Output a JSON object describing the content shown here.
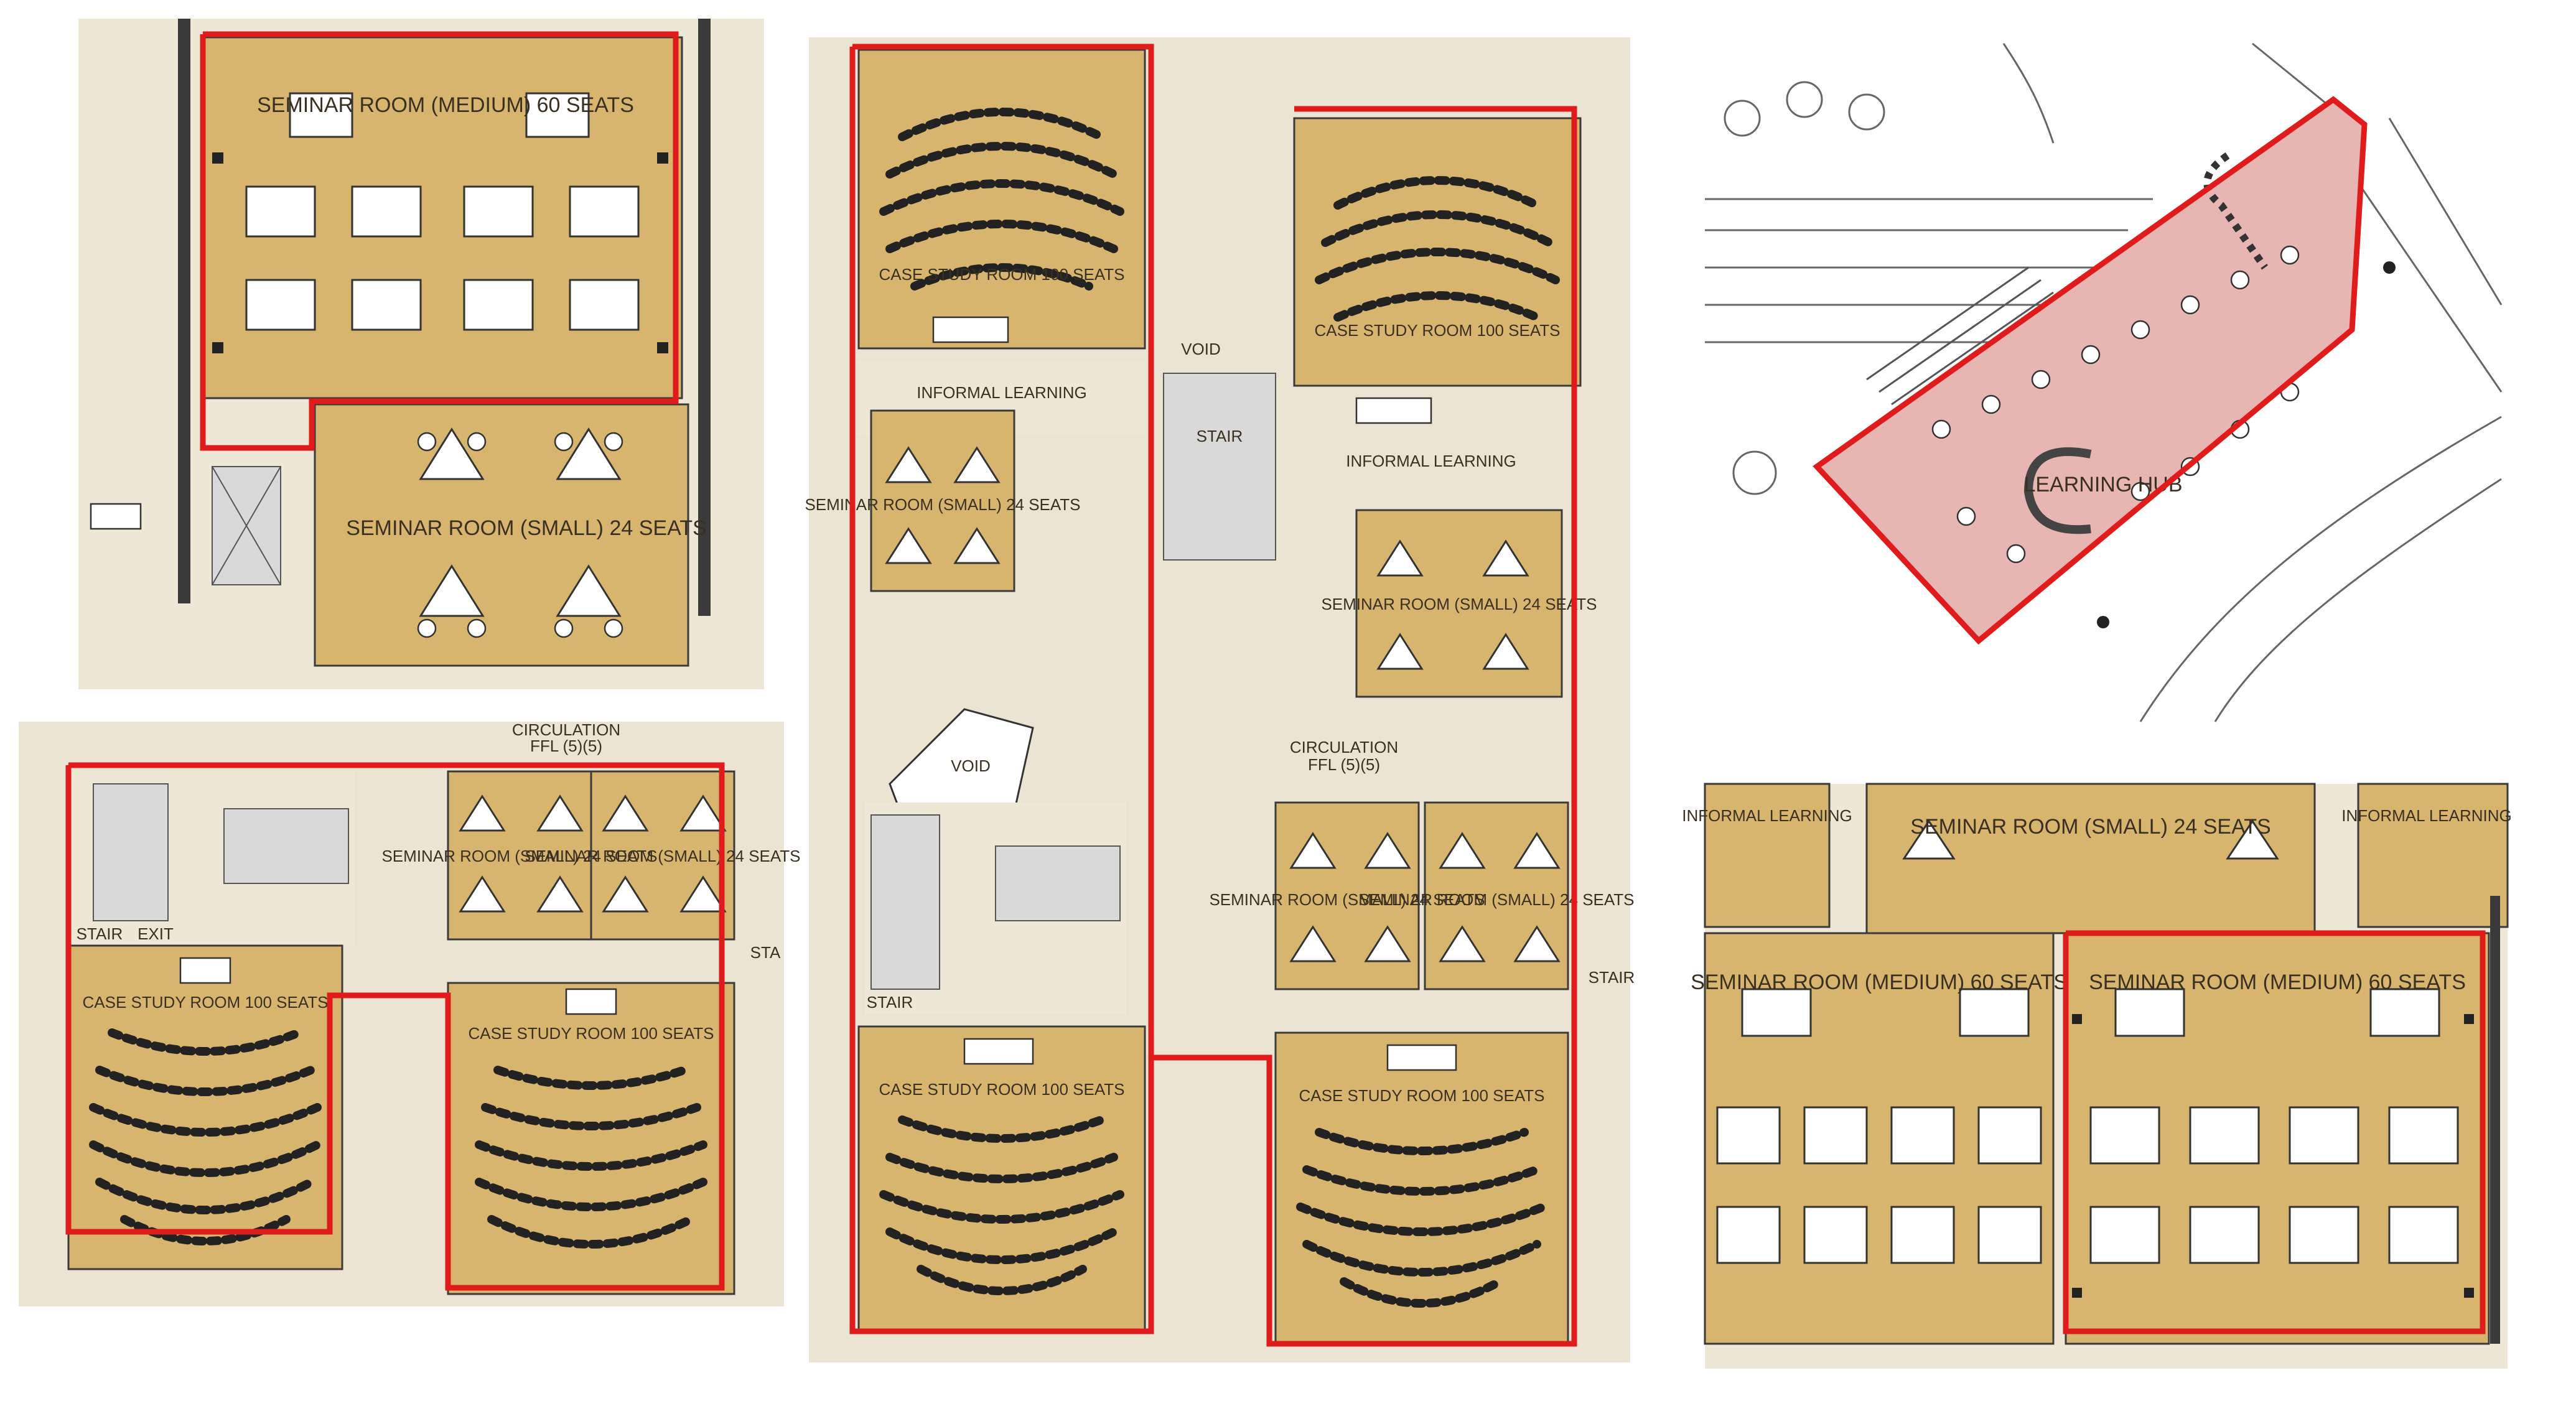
{
  "panel_a": {
    "seminar_medium": "SEMINAR ROOM (MEDIUM) 60 SEATS",
    "seminar_small": "SEMINAR ROOM (SMALL) 24 SEATS"
  },
  "panel_b": {
    "circulation": "CIRCULATION",
    "circulation_level": "FFL (5)(5)",
    "stair": "STAIR",
    "exit": "EXIT",
    "seminar_small_1": "SEMINAR ROOM (SMALL) 24 SEATS",
    "seminar_small_2": "SEMINAR ROOM (SMALL) 24 SEATS",
    "case_study_1": "CASE STUDY ROOM 100 SEATS",
    "case_study_2": "CASE STUDY ROOM 100 SEATS",
    "sta": "STA"
  },
  "panel_c": {
    "case_study_tl": "CASE STUDY ROOM 100 SEATS",
    "informal_learning_l": "INFORMAL LEARNING",
    "seminar_small_l": "SEMINAR ROOM (SMALL) 24 SEATS",
    "void_top": "VOID",
    "stair_top": "STAIR",
    "case_study_tr": "CASE STUDY ROOM 100 SEATS",
    "informal_learning_r": "INFORMAL LEARNING",
    "seminar_small_r": "SEMINAR ROOM (SMALL) 24 SEATS",
    "void_mid": "VOID",
    "circulation": "CIRCULATION",
    "circulation_level": "FFL (5)(5)",
    "stair_bottom": "STAIR",
    "seminar_small_b1": "SEMINAR ROOM (SMALL) 24 SEATS",
    "seminar_small_b2": "SEMINAR ROOM (SMALL) 24 SEATS",
    "case_study_bl": "CASE STUDY ROOM 100 SEATS",
    "case_study_br": "CASE STUDY ROOM 100 SEATS",
    "stair_side": "STAIR"
  },
  "panel_d": {
    "learning_hub": "LEARNING HUB"
  },
  "panel_e": {
    "informal_learning_l": "INFORMAL LEARNING",
    "informal_learning_r": "INFORMAL LEARNING",
    "seminar_small": "SEMINAR ROOM (SMALL) 24 SEATS",
    "seminar_medium_l": "SEMINAR ROOM (MEDIUM) 60 SEATS",
    "seminar_medium_r": "SEMINAR ROOM (MEDIUM) 60 SEATS"
  },
  "colors": {
    "room": "#d8b56f",
    "floor": "#efe7d6",
    "highlight": "#e01b1b",
    "hub": "#e8b6b2"
  }
}
